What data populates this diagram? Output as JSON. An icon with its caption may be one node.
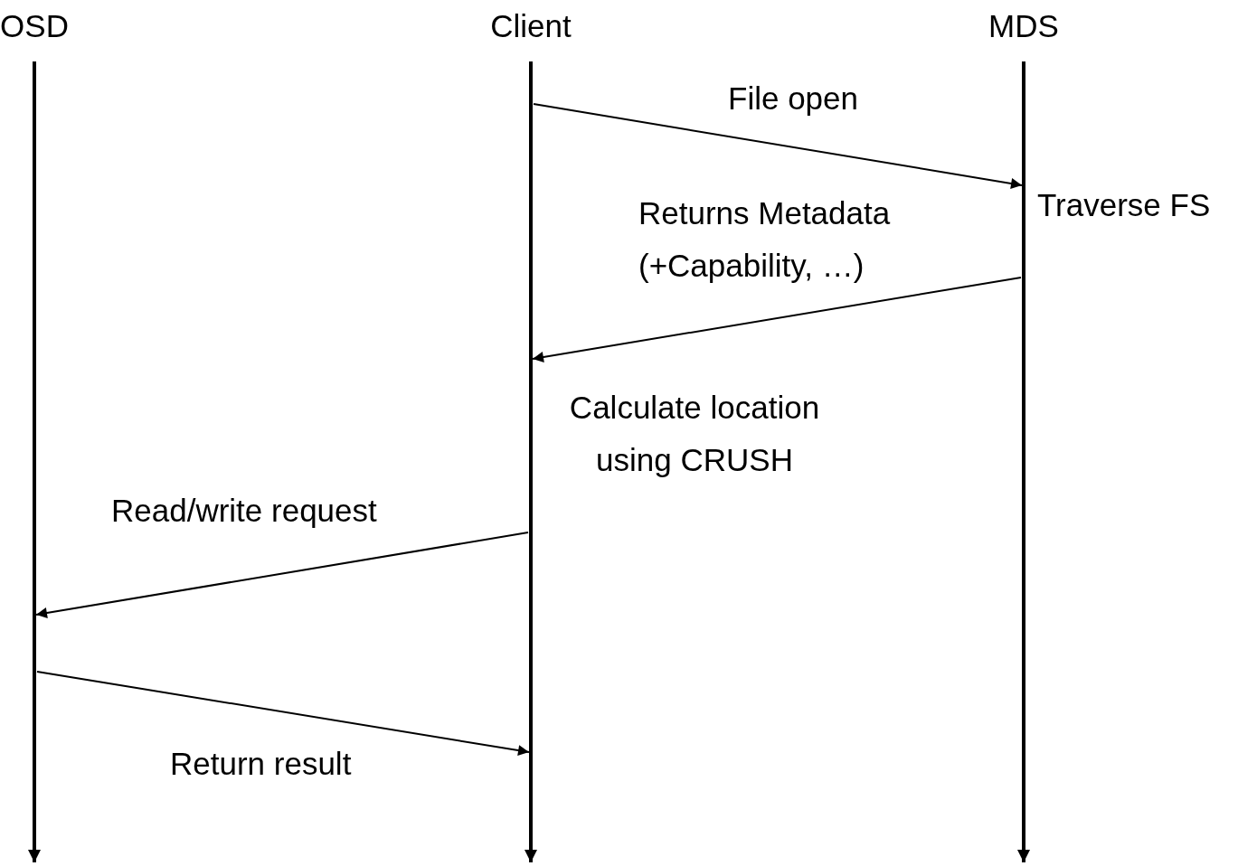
{
  "diagram": {
    "nodes": [
      {
        "text": [],
        "shape": "bar",
        "beside": [
          "OSD"
        ]
      },
      {
        "text": [],
        "shape": "bar",
        "beside": [
          "Client"
        ]
      },
      {
        "text": [],
        "shape": "bar",
        "beside": [
          "MDS"
        ]
      }
    ],
    "edges": [
      {
        "from": 1,
        "to": 2,
        "arrow": "to",
        "label": "File open"
      },
      {
        "from": 2,
        "to": 1,
        "arrow": "to",
        "label": "Returns Metadata (+Capability, …)"
      },
      {
        "from": 1,
        "to": 0,
        "arrow": "to",
        "label": "Read/write request"
      },
      {
        "from": 0,
        "to": 1,
        "arrow": "to",
        "label": "Return result"
      }
    ],
    "labels": [
      "Traverse FS",
      "Calculate location using CRUSH"
    ]
  }
}
